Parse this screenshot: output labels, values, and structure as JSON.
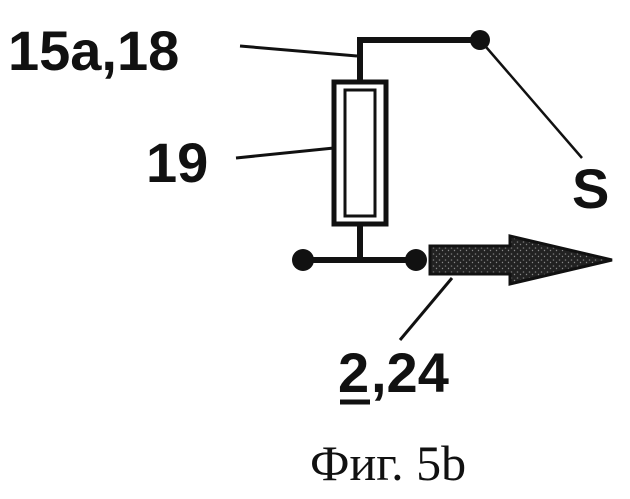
{
  "figure": {
    "caption": "Фиг. 5b",
    "labels": {
      "ref_top": "15a,18",
      "ref_resistor": "19",
      "ref_switch": "S",
      "ref_arrow_underlined": "2",
      "ref_arrow_rest": ",24"
    }
  }
}
